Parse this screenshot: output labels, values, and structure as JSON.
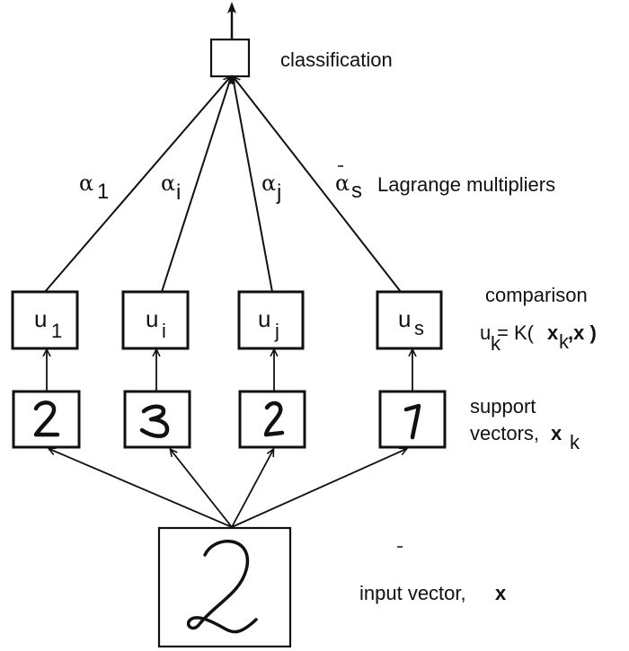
{
  "diagram": {
    "output_node": {
      "label": "classification"
    },
    "weights": {
      "title": "Lagrange multipliers",
      "items": [
        {
          "symbol": "α",
          "sub": "1"
        },
        {
          "symbol": "α",
          "sub": "i"
        },
        {
          "symbol": "α",
          "sub": "j"
        },
        {
          "symbol": "α",
          "sub": "s"
        }
      ]
    },
    "comparison": {
      "title": "comparison",
      "formula_u": "u",
      "formula_sub_k": "k",
      "formula_eq": "= K(",
      "formula_x": "x",
      "formula_comma_x": ",x )",
      "nodes": [
        {
          "symbol": "u",
          "sub": "1"
        },
        {
          "symbol": "u",
          "sub": "i"
        },
        {
          "symbol": "u",
          "sub": "j"
        },
        {
          "symbol": "u",
          "sub": "s"
        }
      ]
    },
    "support_vectors": {
      "title_line1": "support",
      "title_line2": "vectors,",
      "title_x": "x",
      "title_sub": "k",
      "digits": [
        "2",
        "3",
        "2",
        "1"
      ]
    },
    "input": {
      "label": "input vector,",
      "label_x": "x",
      "digit": "2"
    }
  }
}
